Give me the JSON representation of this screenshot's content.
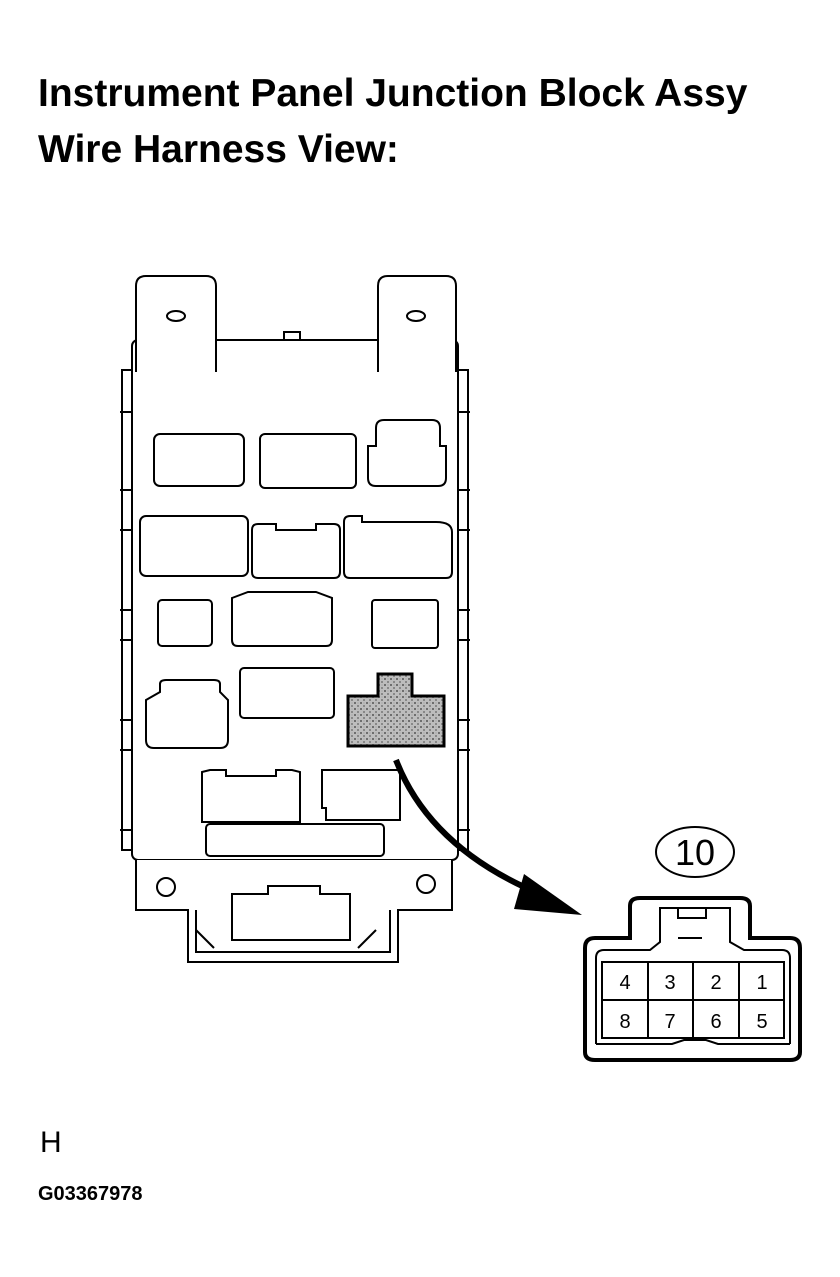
{
  "title_line1": "Instrument Panel Junction Block Assy",
  "title_line2": "Wire Harness View:",
  "connector": {
    "number": "10",
    "pins_top": [
      "4",
      "3",
      "2",
      "1"
    ],
    "pins_bottom": [
      "8",
      "7",
      "6",
      "5"
    ]
  },
  "view_code": "H",
  "figure_id": "G03367978"
}
